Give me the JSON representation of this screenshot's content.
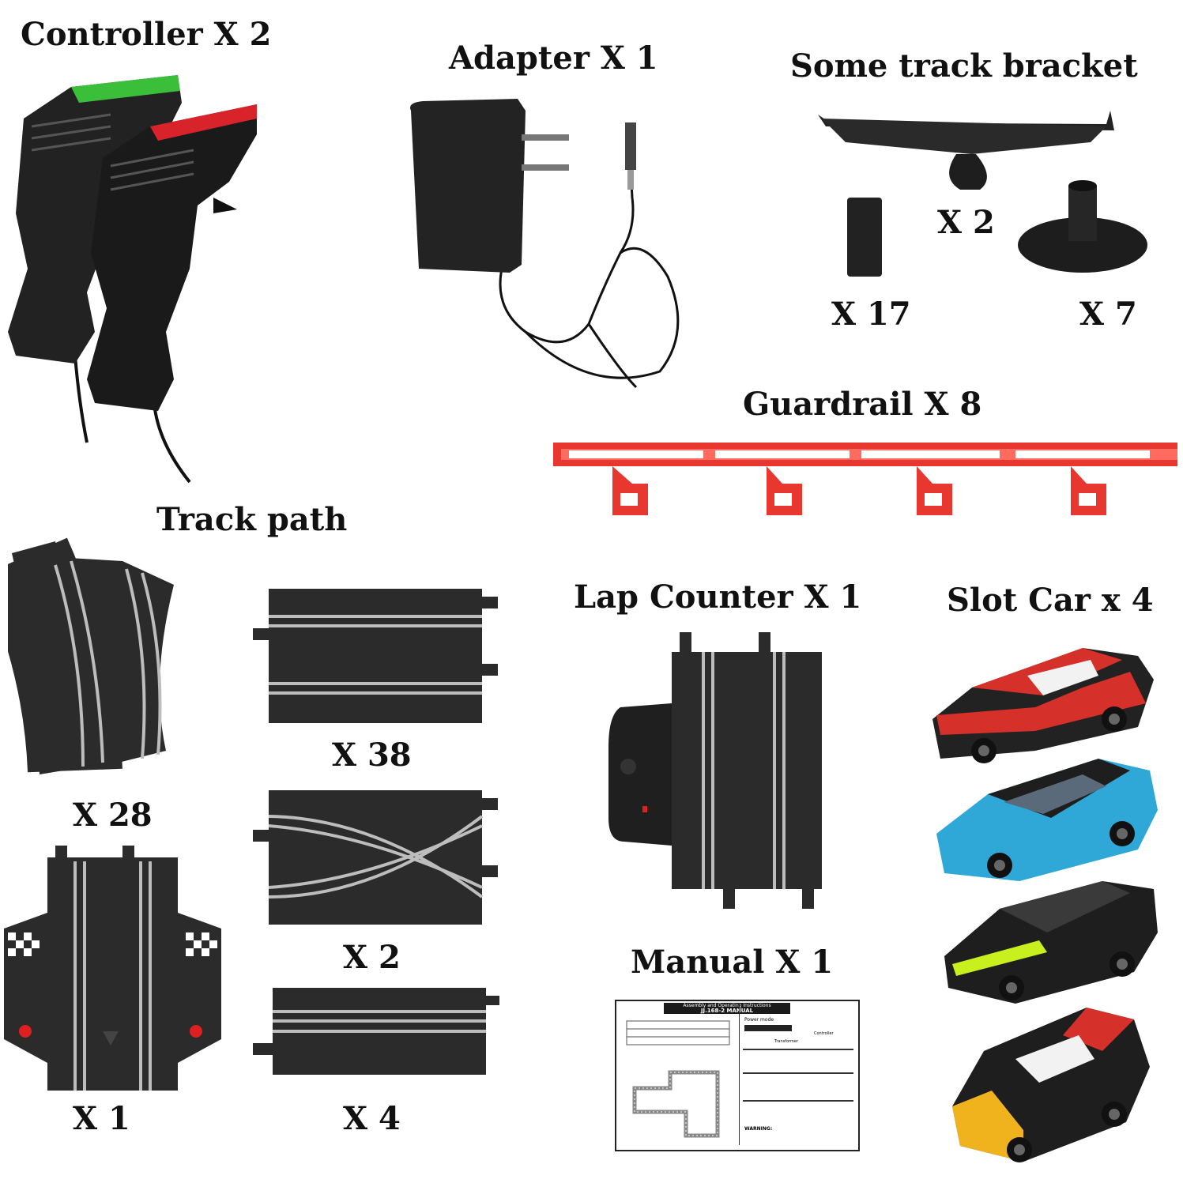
{
  "labels": {
    "controller": "Controller X 2",
    "adapter": "Adapter X 1",
    "bracket": "Some track bracket",
    "bracket_x2": "X 2",
    "bracket_x17": "X 17",
    "bracket_x7": "X 7",
    "guardrail": "Guardrail X 8",
    "track_path": "Track path",
    "curve_qty": "X 28",
    "straight_qty": "X 38",
    "cross_qty": "X 2",
    "short_qty": "X 4",
    "start_qty": "X 1",
    "lap_counter": "Lap Counter X 1",
    "slot_car": "Slot Car x 4",
    "manual": "Manual X 1"
  },
  "manual_doc": {
    "header": "Assembly and Operating Instructions",
    "title": "JJ.168-2 MANUAL",
    "warning": "WARNING:",
    "power_mode": "Power mode",
    "controller": "Controller",
    "transformer": "Transformer"
  },
  "colors": {
    "track": "#2b2b2b",
    "rail": "#bdbdbd",
    "guardrail": "#e8372f",
    "controller_green": "#3bbf3b",
    "controller_red": "#d9232a",
    "car_red": "#d6302a",
    "car_blue": "#2fa8d8",
    "car_black": "#1e1e1e",
    "car_yellow": "#f0b21d"
  },
  "icons": [
    "controller-icon",
    "adapter-icon",
    "bracket-icon",
    "guardrail-icon",
    "track-icon",
    "lap-counter-icon",
    "slot-car-icon",
    "manual-icon"
  ]
}
